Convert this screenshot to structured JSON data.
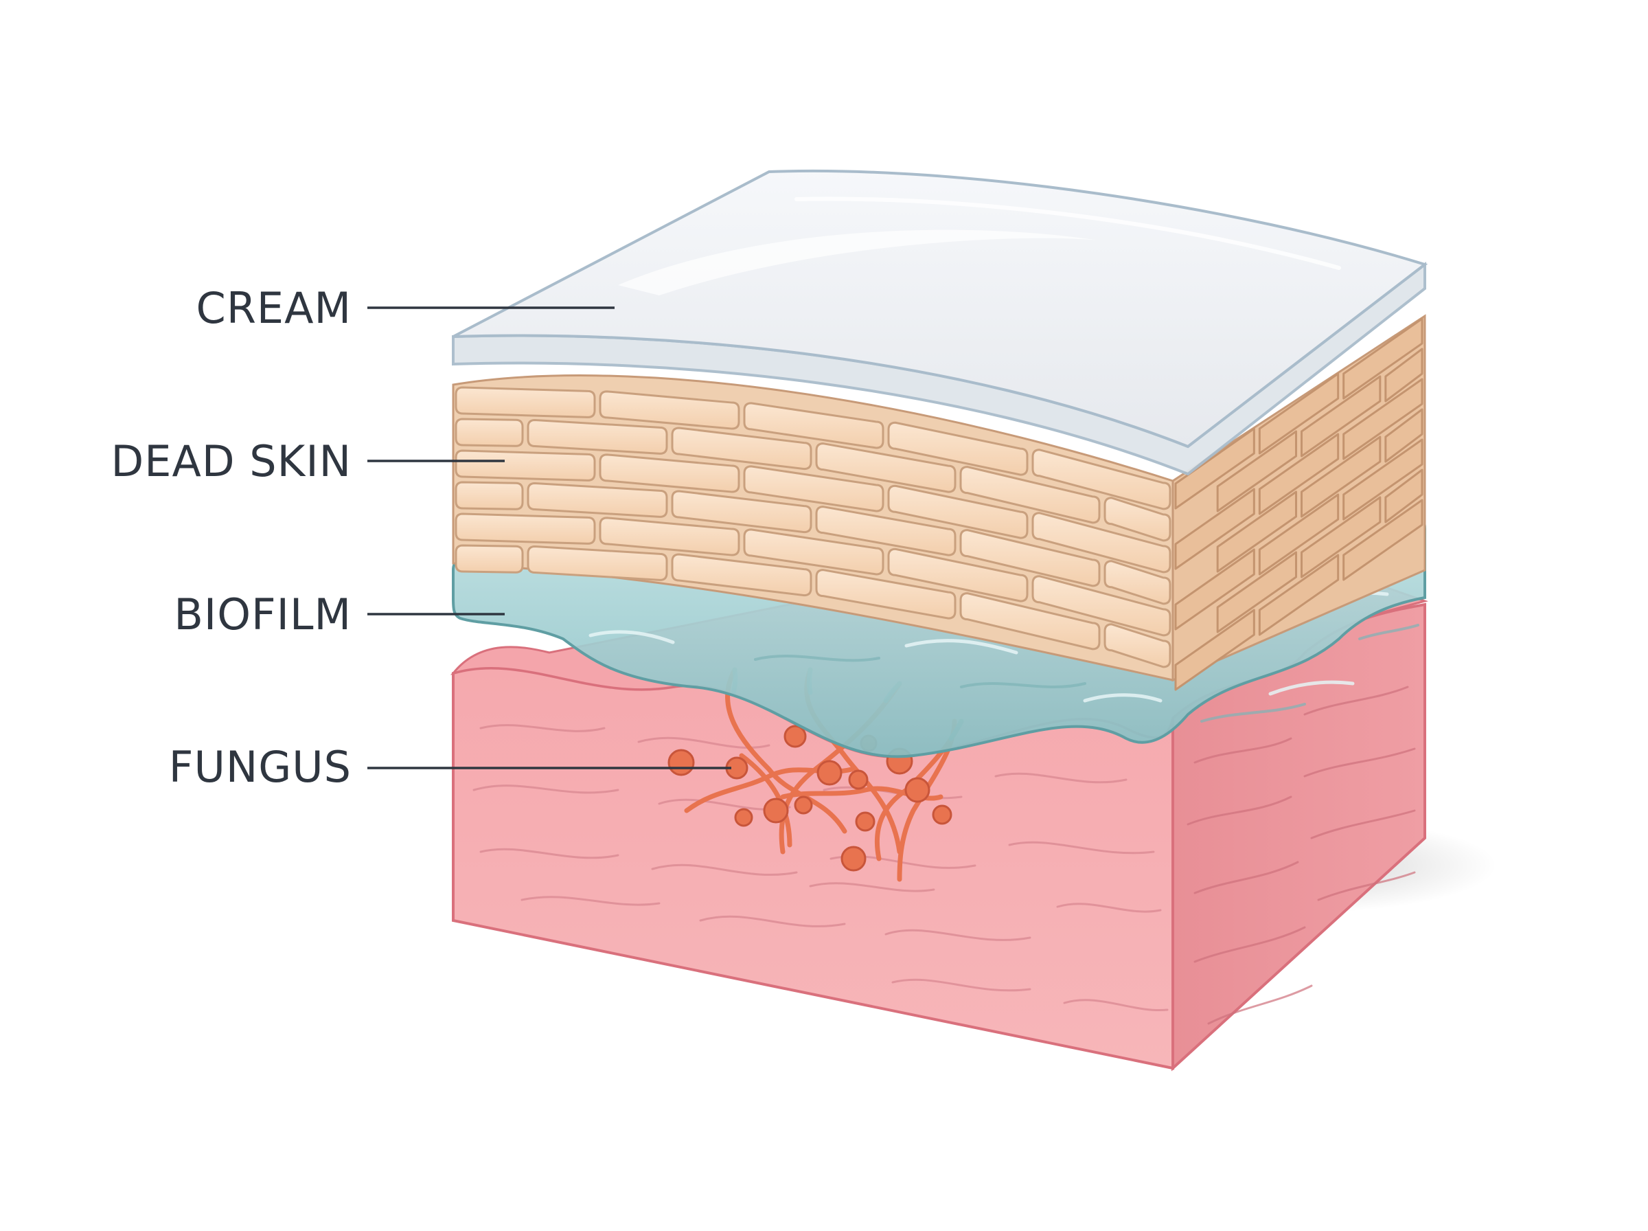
{
  "labels": {
    "cream": "CREAM",
    "dead_skin": "DEAD SKIN",
    "biofilm": "BIOFILM",
    "fungus": "FUNGUS"
  },
  "colors": {
    "cream": "#eef0f3",
    "dead_skin": "#f8dcc0",
    "biofilm": "#a9d3d6",
    "tissue": "#f7b4b8",
    "fungus": "#e8734f",
    "label_text": "#2f3640"
  }
}
